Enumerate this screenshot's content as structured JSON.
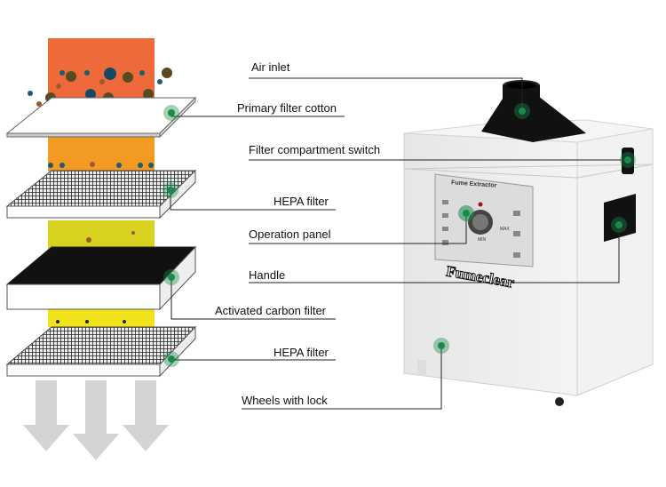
{
  "labels": {
    "air_inlet": "Air inlet",
    "primary_filter": "Primary filter cotton",
    "compartment_switch": "Filter compartment switch",
    "hepa_top": "HEPA filter",
    "operation_panel": "Operation panel",
    "handle": "Handle",
    "carbon_filter": "Activated carbon filter",
    "hepa_bottom": "HEPA filter",
    "wheels": "Wheels with lock"
  },
  "device": {
    "panel_title": "Fume Extractor",
    "brand": "Fumeclear",
    "knob_max": "MAX",
    "knob_min": "MIN"
  },
  "colors": {
    "hotspot": "#1a8a4a",
    "airflow_dirty": "#ee6a3a",
    "airflow_mid": "#f39a22",
    "airflow_clean": "#d8d21e",
    "airflow_yellow": "#f2e21a"
  }
}
